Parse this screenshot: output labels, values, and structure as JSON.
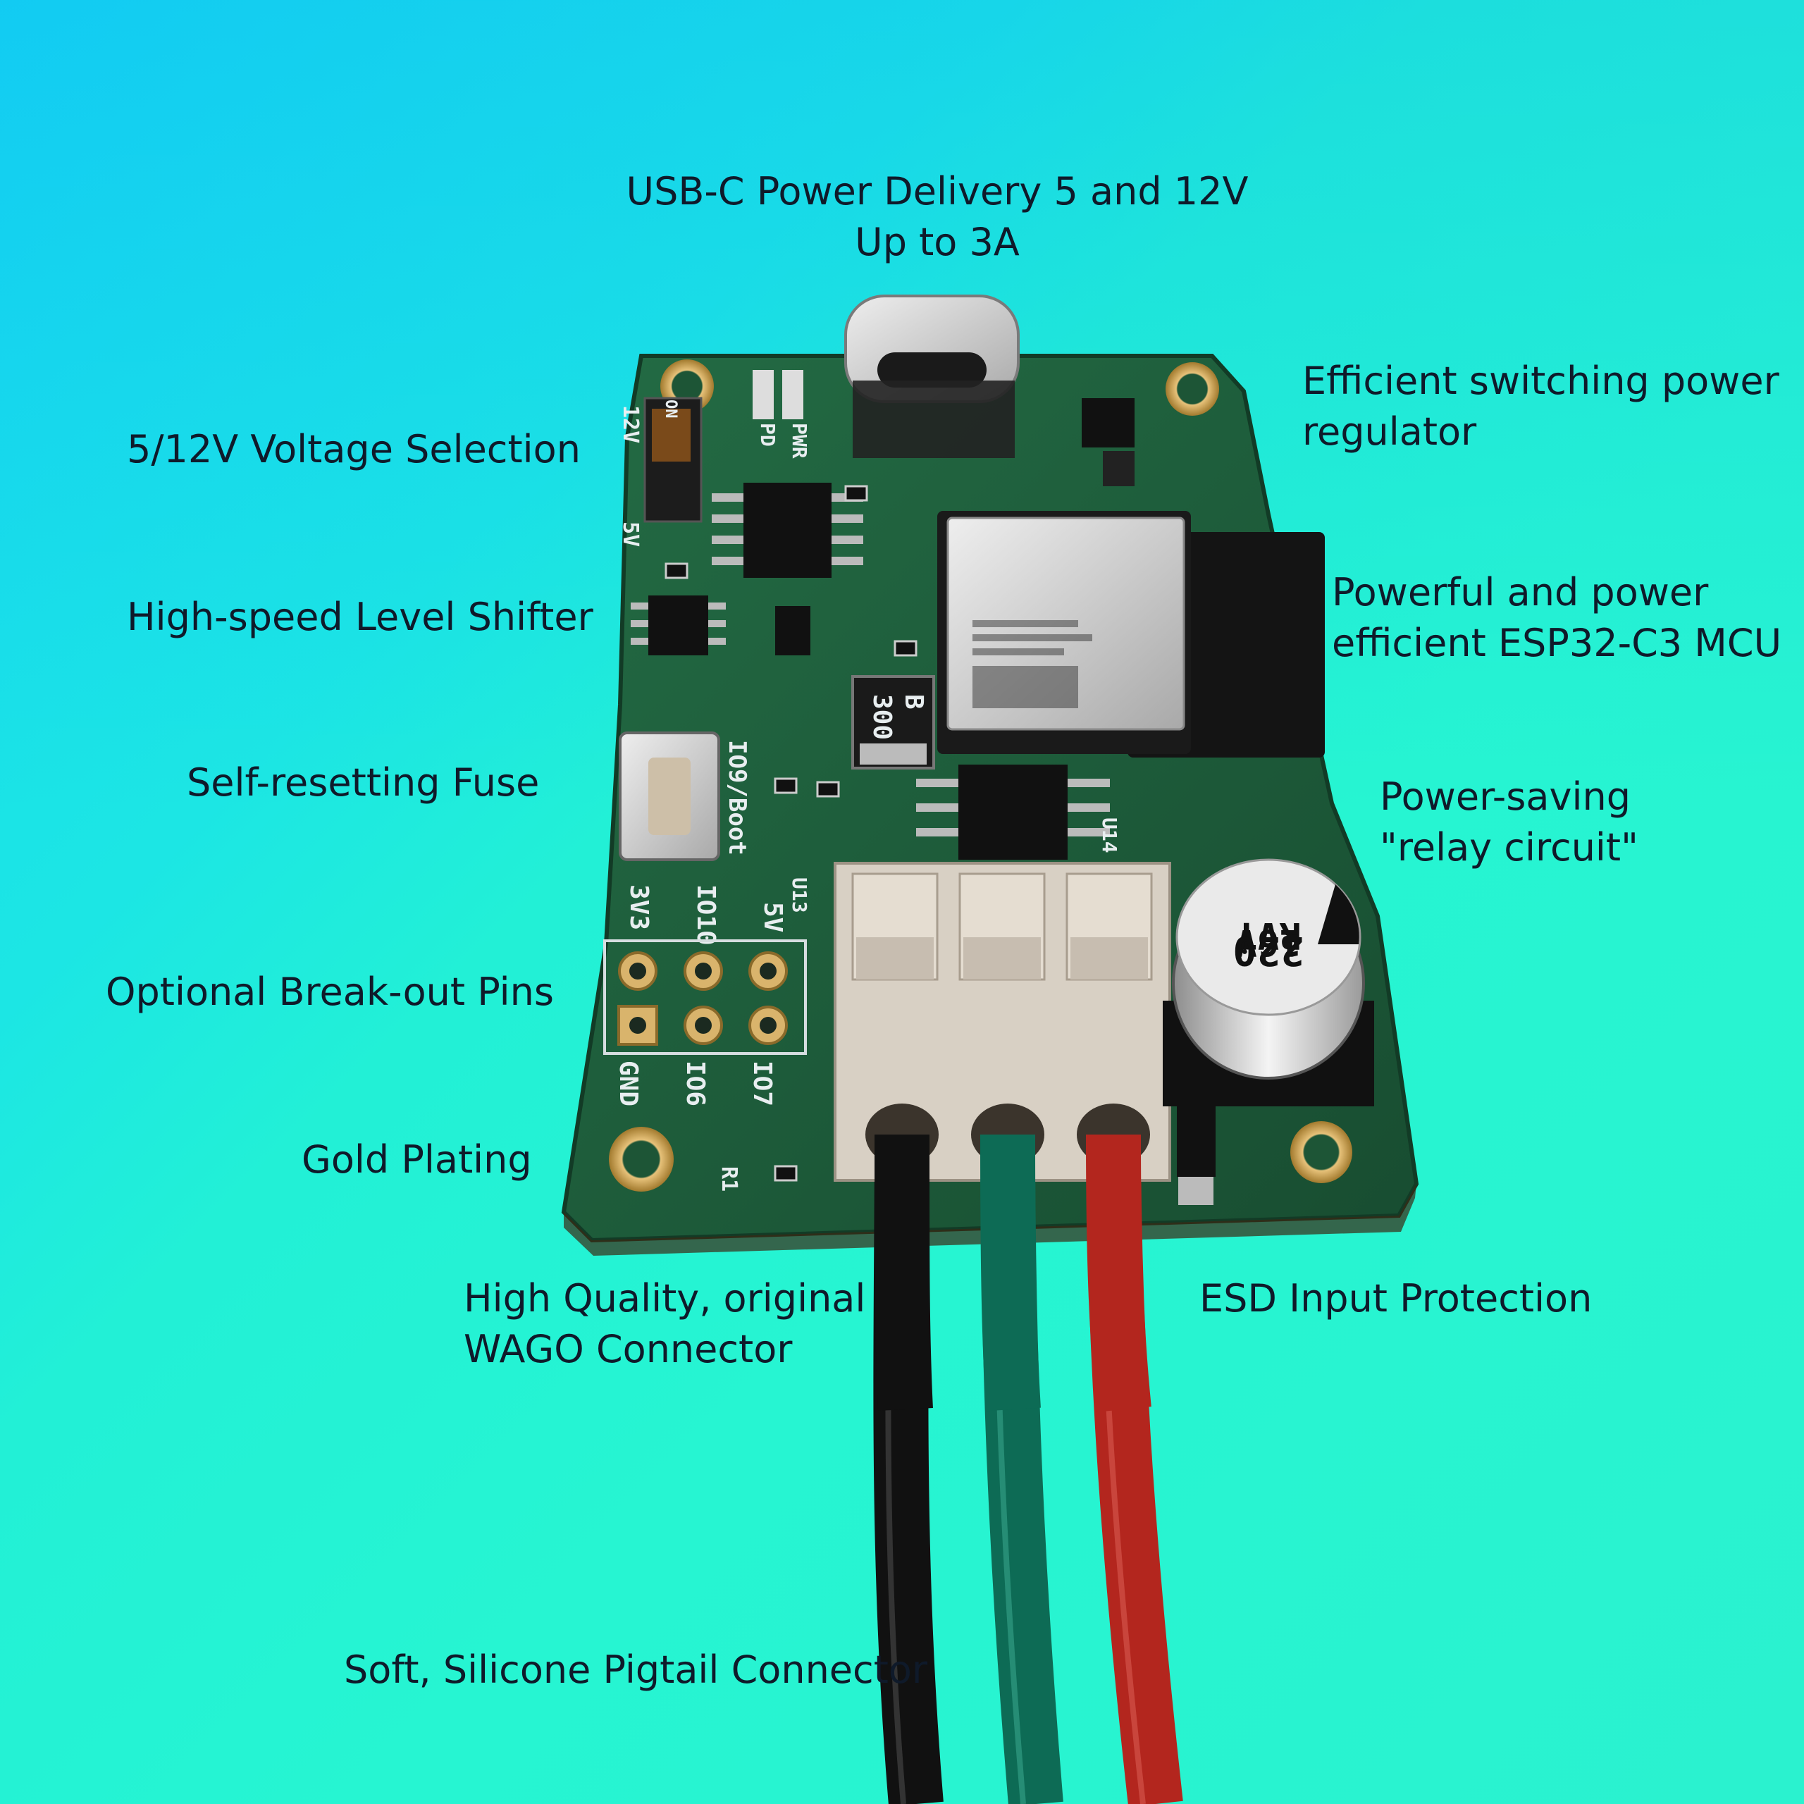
{
  "labels": {
    "usb_c_line1": "USB-C Power Delivery 5 and 12V",
    "usb_c_line2": "Up to 3A",
    "regulator_line1": "Efficient switching power",
    "regulator_line2": "regulator",
    "voltage_selection": "5/12V Voltage Selection",
    "level_shifter": "High-speed Level Shifter",
    "mcu_line1": "Powerful and power",
    "mcu_line2": "efficient ESP32-C3 MCU",
    "fuse": "Self-resetting Fuse",
    "relay_line1": "Power-saving",
    "relay_line2": "\"relay circuit\"",
    "breakout": "Optional Break-out Pins",
    "gold": "Gold Plating",
    "wago_line1": "High Quality, original",
    "wago_line2": "WAGO Connector",
    "esd": "ESD Input Protection",
    "pigtail": "Soft, Silicone Pigtail Connector"
  },
  "board_markings": {
    "fuse_top": "B",
    "fuse_bottom": "300",
    "cap_value": "220",
    "cap_voltage": "16V",
    "cap_series": "RVT",
    "boot_button": "IO9/Boot",
    "pin_3v3": "3V3",
    "pin_io10": "IO10",
    "pin_5v": "5V",
    "pin_gnd": "GND",
    "pin_io6": "IO6",
    "pin_io7": "IO7",
    "sw_12v": "12V",
    "sw_5v": "5V",
    "sw_on": "ON",
    "pwr": "PWR",
    "pd": "PD",
    "r1": "R1",
    "u14": "U14",
    "u13": "U13"
  },
  "colors": {
    "pcb": "#1f5a3a",
    "gold": "#c9a255",
    "wire_black": "#111111",
    "wire_green": "#0d6b55",
    "wire_red": "#b3261e"
  }
}
